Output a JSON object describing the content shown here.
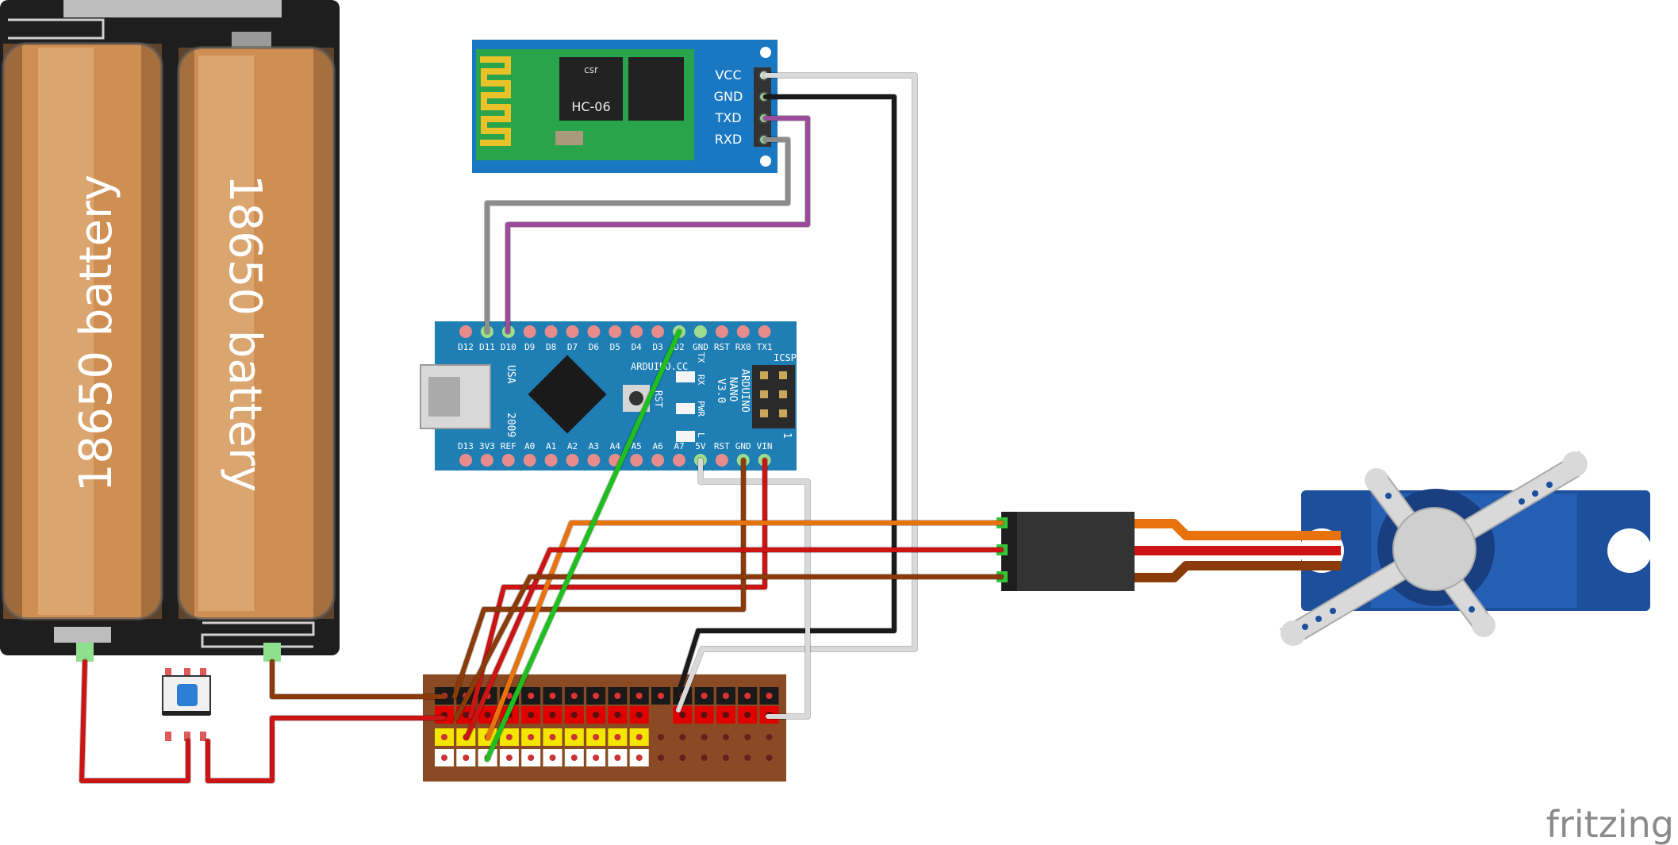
{
  "battery": {
    "cells": [
      {
        "label": "18650 battery"
      },
      {
        "label": "18650 battery"
      }
    ]
  },
  "bluetooth": {
    "model": "HC-06",
    "chip_text": "csr",
    "pins": [
      "VCC",
      "GND",
      "TXD",
      "RXD"
    ]
  },
  "arduino": {
    "name_line1": "ARDUINO",
    "name_line2": "NANO",
    "version": "V3.0",
    "brand": "ARDUINO.CC",
    "usa": "USA",
    "year": "2009",
    "icsp": "ICSP",
    "icsp_num": "1",
    "leds": [
      "TX",
      "RX",
      "PWR",
      "L"
    ],
    "rst_button": "RST",
    "top_pins": [
      "D12",
      "D11",
      "D10",
      "D9",
      "D8",
      "D7",
      "D6",
      "D5",
      "D4",
      "D3",
      "D2",
      "GND",
      "RST",
      "RX0",
      "TX1"
    ],
    "bottom_pins": [
      "D13",
      "3V3",
      "REF",
      "A0",
      "A1",
      "A2",
      "A3",
      "A4",
      "A5",
      "A6",
      "A7",
      "5V",
      "RST",
      "GND",
      "VIN"
    ]
  },
  "brand": {
    "logo": "fritzing"
  },
  "colors": {
    "wire_black": "#1a1a1a",
    "wire_white": "#d9d9d9",
    "wire_red": "#cc1414",
    "wire_brown": "#8b3a0a",
    "wire_orange": "#e8730c",
    "wire_green": "#1fbf1f",
    "wire_purple": "#9b4c9b",
    "wire_gray": "#8c8c8c",
    "arduino_board": "#1f7fb5",
    "bt_board": "#1a78c2",
    "servo_body": "#1c4f9c",
    "battery_holder": "#1e1e1e",
    "cell": "#cf8f52",
    "proto_board": "#8a4b24"
  }
}
